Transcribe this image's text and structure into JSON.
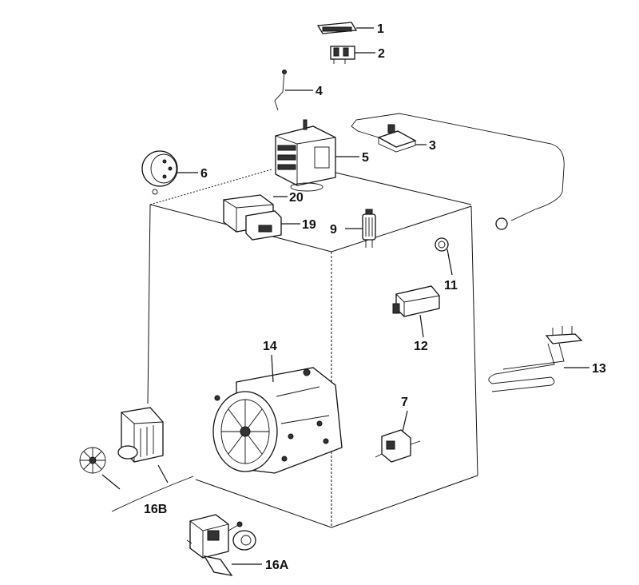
{
  "callouts": {
    "c1": "1",
    "c2": "2",
    "c3": "3",
    "c4": "4",
    "c5": "5",
    "c6": "6",
    "c7": "7",
    "c9": "9",
    "c11": "11",
    "c12": "12",
    "c13": "13",
    "c14": "14",
    "c16A": "16A",
    "c16B": "16B",
    "c19": "19",
    "c20": "20"
  }
}
